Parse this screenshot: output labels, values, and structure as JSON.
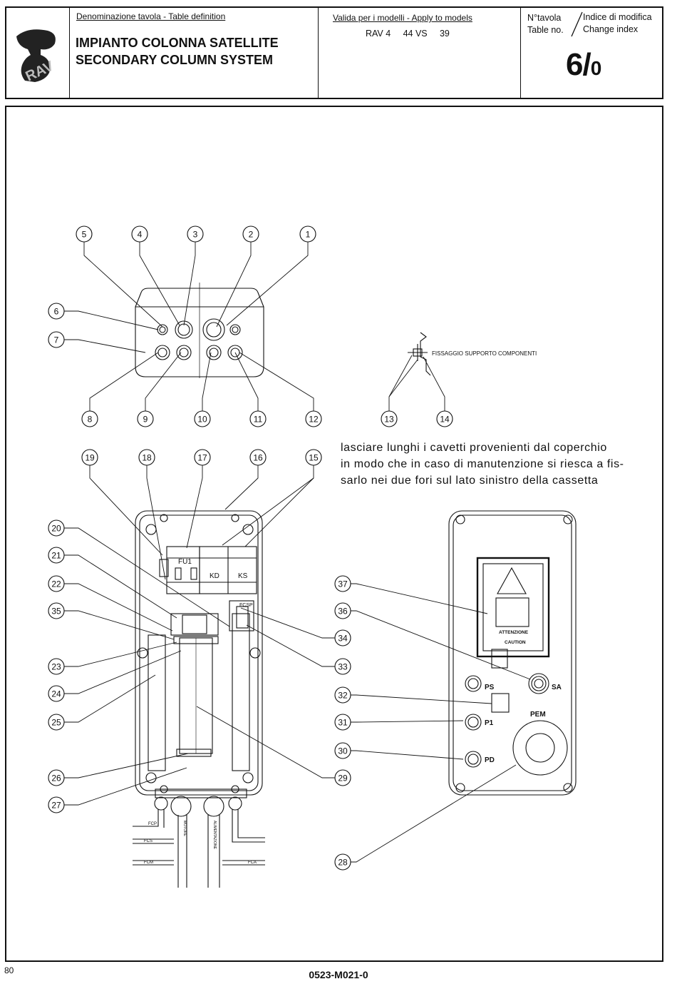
{
  "header": {
    "definition_label": "Denominazione tavola - Table definition",
    "title_it": "IMPIANTO COLONNA SATELLITE",
    "title_en": "SECONDARY COLUMN SYSTEM",
    "models_label": "Valida per i modelli - Apply to models",
    "models": "RAV 4     44 VS     39",
    "table_no_label_it": "N°tavola",
    "table_no_label_en": "Table no.",
    "change_index_label_it": "Indice di modifica",
    "change_index_label_en": "Change index",
    "table_number": "6/",
    "change_index": "0",
    "logo_text": "RAV"
  },
  "diagram": {
    "fixing_label": "FISSAGGIO SUPPORTO COMPONENTI",
    "note_lines": [
      "lasciare lunghi i cavetti provenienti dal coperchio",
      "in modo che in caso di manutenzione si riesca a fis-",
      "sarlo nei due fori sul lato sinistro della cassetta"
    ],
    "component_labels": {
      "fu1": "FU1",
      "kd": "KD",
      "ks": "KS",
      "fcsp": "FCSP",
      "ps": "PS",
      "sa": "SA",
      "p1": "P1",
      "pd": "PD",
      "pem": "PEM",
      "attention": "ATTENZIONE",
      "caution": "CAUTION",
      "fcp": "FCP",
      "fcs": "FCS",
      "fcm": "FCM",
      "fca": "FCA",
      "motore": "MOTORE",
      "alimentazione": "ALIMENTAZIONE"
    },
    "callouts": [
      "1",
      "2",
      "3",
      "4",
      "5",
      "6",
      "7",
      "8",
      "9",
      "10",
      "11",
      "12",
      "13",
      "14",
      "15",
      "16",
      "17",
      "18",
      "19",
      "20",
      "21",
      "22",
      "23",
      "24",
      "25",
      "26",
      "27",
      "28",
      "29",
      "30",
      "31",
      "32",
      "33",
      "34",
      "35",
      "36",
      "37"
    ]
  },
  "footer": {
    "page_number": "80",
    "drawing_code": "0523-M021-0"
  }
}
